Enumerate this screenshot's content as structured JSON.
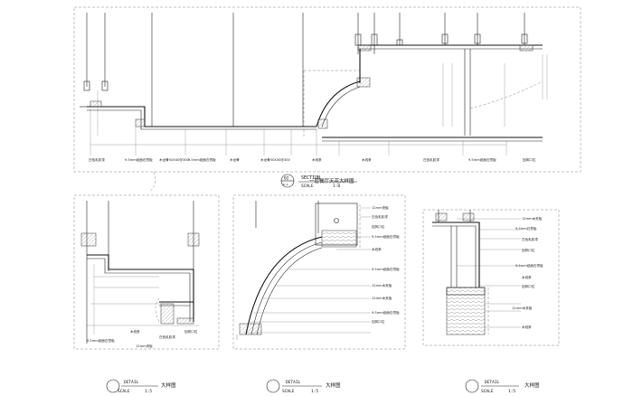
{
  "main_section": {
    "ref": "02",
    "ref_sub": "D-A",
    "label": "SECTION",
    "title": "一层餐厅天花大样图",
    "scale_label": "SCALE",
    "scale_value": "1:8"
  },
  "main_notes": [
    "白色乳胶漆",
    "9.5mm纸面石膏板",
    "木龙骨50X40@300",
    "9.5mm纸面石膏板",
    "木龙骨",
    "木龙骨50X30@300",
    "木线条",
    "木线条",
    "白色乳胶漆",
    "9.5mm纸面石膏板",
    "回风口位"
  ],
  "details": [
    {
      "label": "DETAIL",
      "title": "大样图",
      "scale_label": "SCALE",
      "scale_value": "1:5",
      "notes": [
        "9.5mm纸面石膏板",
        "白色乳胶漆",
        "木线条",
        "回风口位",
        "12mm夹板"
      ]
    },
    {
      "label": "DETAIL",
      "title": "大样图",
      "scale_label": "SCALE",
      "scale_value": "1:5",
      "notes": [
        "12mm夹板",
        "白色乳胶漆",
        "回风口位",
        "9.5mm纸面石膏板",
        "木线条",
        "9.5mm纸面石膏板",
        "12mm木夹板",
        "12mm木夹板",
        "9.5mm纸面石膏板",
        "回风口位"
      ]
    },
    {
      "label": "DETAIL",
      "title": "大样图",
      "scale_label": "SCALE",
      "scale_value": "1:5",
      "notes": [
        "12mm木夹板",
        "9.5mm石膏板",
        "白色乳胶漆",
        "回风口位",
        "9.5mm纸面石膏板",
        "木线条",
        "回风口位",
        "12mm木夹板",
        "木线条"
      ]
    }
  ]
}
